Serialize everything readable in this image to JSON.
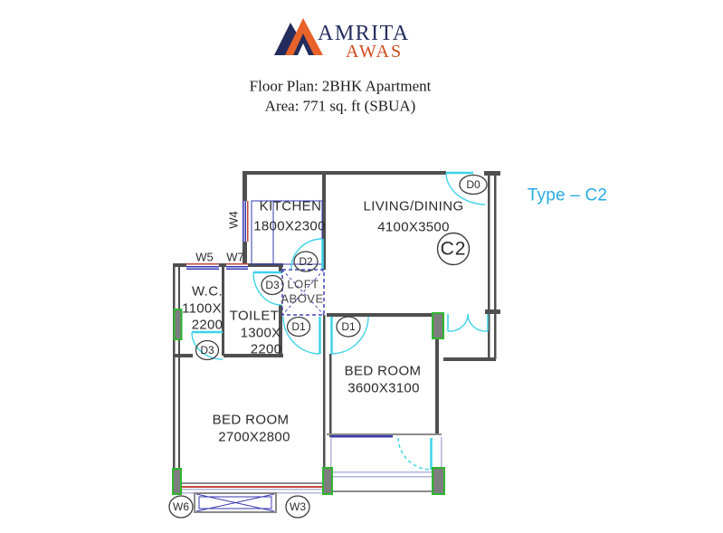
{
  "logo": {
    "brand": "AMRITA",
    "sub": "AWAS"
  },
  "header": {
    "title": "Floor Plan: 2BHK Apartment",
    "subtitle": "Area: 771 sq. ft (SBUA)"
  },
  "plan": {
    "type_label": "Type – C2",
    "unit_code": "C2",
    "rooms": {
      "kitchen": {
        "name": "KITCHEN",
        "dims": "1800X2300"
      },
      "living": {
        "name": "LIVING/DINING",
        "dims": "4100X3500"
      },
      "wc": {
        "name": "W.C.",
        "dims_line1": "1100X",
        "dims_line2": "2200"
      },
      "toilet": {
        "name": "TOILET",
        "dims_line1": "1300X",
        "dims_line2": "2200"
      },
      "bedroom_right": {
        "name": "BED ROOM",
        "dims": "3600X3100"
      },
      "bedroom_left": {
        "name": "BED ROOM",
        "dims": "2700X2800"
      },
      "loft": {
        "line1": "LOFT",
        "line2": "ABOVE"
      }
    },
    "doors": {
      "d0": "D0",
      "d1": "D1",
      "d2": "D2",
      "d3": "D3"
    },
    "windows": {
      "w3": "W3",
      "w4": "W4",
      "w5": "W5",
      "w6": "W6",
      "w7": "W7"
    }
  },
  "colors": {
    "accent_cyan": "#29ABE2",
    "door_cyan": "#3ED3E8",
    "column_green": "#2FB62F",
    "window_red": "#C2493D",
    "window_blue": "#3A3AB0",
    "wall_gray": "#4F4F4F",
    "brand_navy": "#252E5E",
    "brand_orange": "#D9531E"
  }
}
